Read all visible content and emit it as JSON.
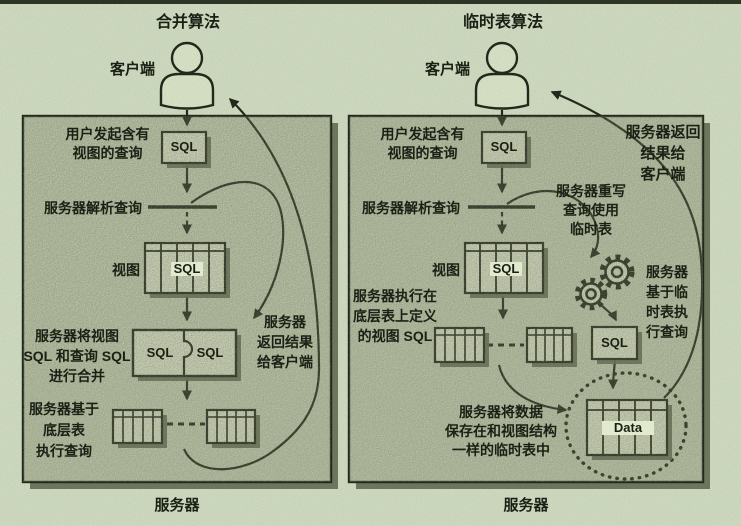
{
  "palette": {
    "background": "#d3dfc6",
    "panel_fill": "#c9d4b9",
    "box_fill": "#e1e9cf",
    "ink": "#1a2014",
    "shadow": "#5e6a50"
  },
  "merge": {
    "title": "合并算法",
    "client_label": "客户端",
    "user_query_label": "用户发起含有\n视图的查询",
    "sql_top": "SQL",
    "parse_label": "服务器解析查询",
    "view_label": "视图",
    "view_sql": "SQL",
    "merge_label": "服务器将视图\nSQL 和查询 SQL\n进行合并",
    "merge_sql_left": "SQL",
    "merge_sql_right": "SQL",
    "return_label": "服务器\n返回结果\n给客户端",
    "exec_label": "服务器基于\n底层表\n执行查询",
    "server_label": "服务器"
  },
  "temp": {
    "title": "临时表算法",
    "client_label": "客户端",
    "user_query_label": "用户发起含有\n视图的查询",
    "sql_top": "SQL",
    "return_label": "服务器返回\n结果给\n客户端",
    "parse_label": "服务器解析查询",
    "rewrite_label": "服务器重写\n查询使用\n临时表",
    "view_label": "视图",
    "view_sql": "SQL",
    "exec_view_label": "服务器执行在\n底层表上定义\n的视图 SQL",
    "temp_exec_label": "服务器\n基于临\n时表执\n行查询",
    "sql_temp": "SQL",
    "data_label": "Data",
    "save_label": "服务器将数据\n保存在和视图结构\n一样的临时表中",
    "server_label": "服务器"
  }
}
